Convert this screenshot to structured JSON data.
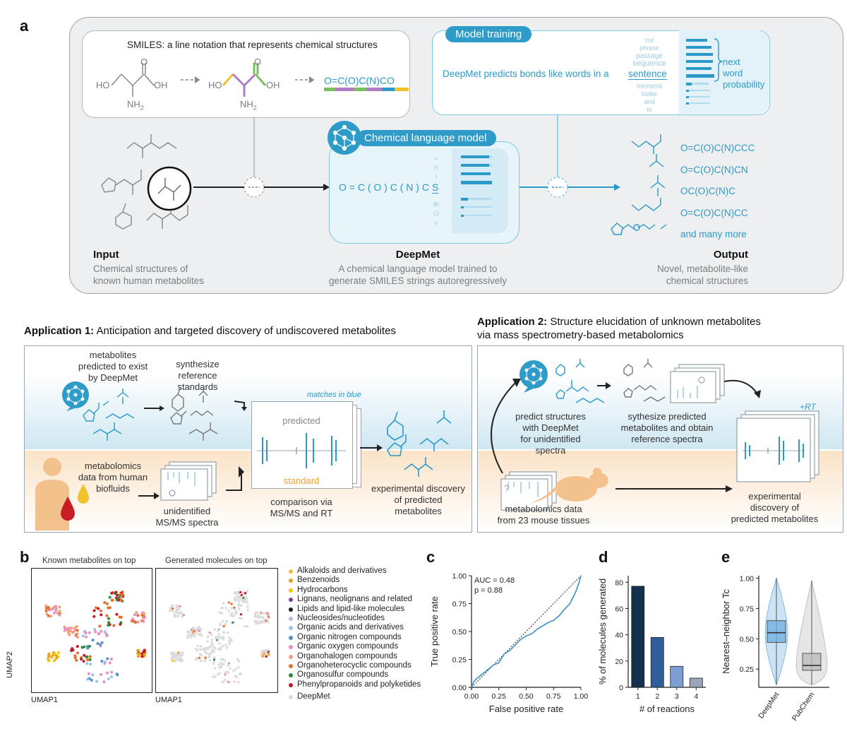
{
  "panel_letters": {
    "a": "a",
    "b": "b",
    "c": "c",
    "d": "d",
    "e": "e"
  },
  "panel_a": {
    "smiles_title": "SMILES: a line notation that represents chemical structures",
    "smiles_string": "O=C(O)C(N)CO",
    "atom_labels": {
      "ho": "HO",
      "oh": "OH",
      "o": "O",
      "nh2": "NH",
      "sub2": "2"
    },
    "model_training_label": "Model training",
    "training_sentence_prefix": "DeepMet predicts bonds like words in a",
    "training_word": "sentence",
    "training_candidates_top": [
      "nut",
      "phrase",
      "passage",
      "sequence"
    ],
    "training_candidates_bottom": [
      "moment",
      "bottle",
      "and",
      "to"
    ],
    "next_word_probability": [
      "next",
      "word",
      "probability"
    ],
    "clm_label": "Chemical language model",
    "clm_input": "O = C ( O ) C ( N ) C",
    "clm_selected": "S",
    "clm_tokens": [
      "=",
      "H",
      "I",
      "S",
      "Br",
      "Cl",
      "o"
    ],
    "outputs": [
      "O=C(O)C(N)CCC",
      "O=C(O)C(N)CN",
      "OC(O)C(N)C",
      "O=C(O)C(N)CC",
      "and many more"
    ],
    "input_title": "Input",
    "input_desc": [
      "Chemical structures of",
      "known human metabolites"
    ],
    "deepmet_title": "DeepMet",
    "deepmet_desc": [
      "A chemical language model trained to",
      "generate SMILES strings autoregressively"
    ],
    "output_title": "Output",
    "output_desc": [
      "Novel, metabolite-like",
      "chemical structures"
    ],
    "colors": {
      "blue": "#2b9ac8",
      "yellow": "#f2c12e",
      "purple": "#b07cc6",
      "green": "#7cbf5e",
      "gray": "#7a7e82"
    }
  },
  "app1": {
    "title_bold": "Application 1:",
    "title_rest": " Anticipation and targeted discovery of undiscovered metabolites",
    "predicted_text": [
      "metabolites",
      "predicted to exist",
      "by DeepMet"
    ],
    "synthesize_text": [
      "synthesize",
      "reference standards"
    ],
    "matches_text": "matches in blue",
    "predicted_label": "predicted",
    "standard_label": "standard",
    "metabolomics_text": [
      "metabolomics",
      "data from human",
      "biofluids"
    ],
    "unidentified_text": [
      "unidentified",
      "MS/MS spectra"
    ],
    "comparison_text": [
      "comparison via",
      "MS/MS and RT"
    ],
    "discovery_text": [
      "experimental discovery",
      "of predicted",
      "metabolites"
    ]
  },
  "app2": {
    "title_bold": "Application 2:",
    "title_rest": " Structure elucidation of unknown metabolites",
    "title_line2": "via mass spectrometry-based metabolomics",
    "predict_text": [
      "predict structures",
      "with DeepMet",
      "for unidentified spectra"
    ],
    "synthesize_text": [
      "sythesize predicted",
      "metabolites and obtain",
      "reference spectra"
    ],
    "rt_label": "+RT",
    "q_mark": "?",
    "metabolomics_text": [
      "metabolomics data",
      "from 23 mouse tissues"
    ],
    "discovery_text": [
      "experimental",
      "discovery of",
      "predicted metabolites"
    ]
  },
  "panel_b": {
    "title_left": "Known metabolites on top",
    "title_right": "Generated molecules on top",
    "xlabel": "UMAP1",
    "ylabel": "UMAP2",
    "legend": [
      {
        "label": "Alkaloids and derivatives",
        "color": "#f4b942"
      },
      {
        "label": "Benzenoids",
        "color": "#e8a21c"
      },
      {
        "label": "Hydrocarbons",
        "color": "#f2c700"
      },
      {
        "label": "Lignans, neolignans and related",
        "color": "#7b3fa0"
      },
      {
        "label": "Lipids and lipid-like molecules",
        "color": "#1c1c1c"
      },
      {
        "label": "Nucleosides/nucleotides",
        "color": "#c9b4de"
      },
      {
        "label": "Organic acids and derivatives",
        "color": "#9cc4e4"
      },
      {
        "label": "Organic nitrogen compounds",
        "color": "#5b8fc7"
      },
      {
        "label": "Organic oxygen compounds",
        "color": "#e58fc4"
      },
      {
        "label": "Organohalogen compounds",
        "color": "#f0a07a"
      },
      {
        "label": "Organoheterocyclic compounds",
        "color": "#e5702a"
      },
      {
        "label": "Organosulfur compounds",
        "color": "#2e8b3a"
      },
      {
        "label": "Phenylpropanoids and polyketides",
        "color": "#c2182b"
      },
      {
        "label": "DeepMet",
        "color": "#d9d9d9"
      }
    ]
  },
  "chart_data": [
    {
      "type": "line",
      "panel": "c",
      "xlabel": "False positive rate",
      "ylabel": "True positive rate",
      "xlim": [
        0,
        1
      ],
      "ylim": [
        0,
        1
      ],
      "xticks": [
        "0.00",
        "0.25",
        "0.50",
        "0.75",
        "1.00"
      ],
      "yticks": [
        "0.00",
        "0.25",
        "0.50",
        "0.75",
        "1.00"
      ],
      "annotations": [
        "AUC = 0.48",
        "p = 0.88"
      ],
      "x": [
        0,
        0.02,
        0.05,
        0.1,
        0.15,
        0.2,
        0.25,
        0.3,
        0.35,
        0.4,
        0.45,
        0.5,
        0.55,
        0.6,
        0.65,
        0.7,
        0.75,
        0.8,
        0.85,
        0.9,
        0.95,
        0.98,
        1.0
      ],
      "y": [
        0,
        0.05,
        0.08,
        0.12,
        0.16,
        0.2,
        0.22,
        0.3,
        0.33,
        0.38,
        0.43,
        0.46,
        0.48,
        0.52,
        0.55,
        0.58,
        0.6,
        0.64,
        0.7,
        0.75,
        0.85,
        0.93,
        1.0
      ]
    },
    {
      "type": "bar",
      "panel": "d",
      "xlabel": "# of reactions",
      "ylabel": "% of molecules generated",
      "categories": [
        "1",
        "2",
        "3",
        "4"
      ],
      "values": [
        77,
        38,
        16,
        7
      ],
      "colors": [
        "#14304f",
        "#2f5e9a",
        "#7d9fd3",
        "#9aa6b8"
      ],
      "ylim": [
        0,
        85
      ],
      "yticks": [
        "0",
        "20",
        "40",
        "60",
        "80"
      ]
    },
    {
      "type": "box",
      "panel": "e",
      "ylabel": "Nearest–neighbor Tc",
      "categories": [
        "DeepMet",
        "PubChem"
      ],
      "series": [
        {
          "name": "DeepMet",
          "q1": 0.47,
          "median": 0.55,
          "q3": 0.65,
          "whisker_low": 0.12,
          "whisker_high": 1.0,
          "color": "#6aaee0"
        },
        {
          "name": "PubChem",
          "q1": 0.24,
          "median": 0.28,
          "q3": 0.38,
          "whisker_low": 0.12,
          "whisker_high": 0.98,
          "color": "#b8b8b8"
        }
      ],
      "ylim": [
        0.1,
        1.02
      ],
      "yticks": [
        "0.25",
        "0.50",
        "0.75",
        "1.00"
      ]
    }
  ]
}
